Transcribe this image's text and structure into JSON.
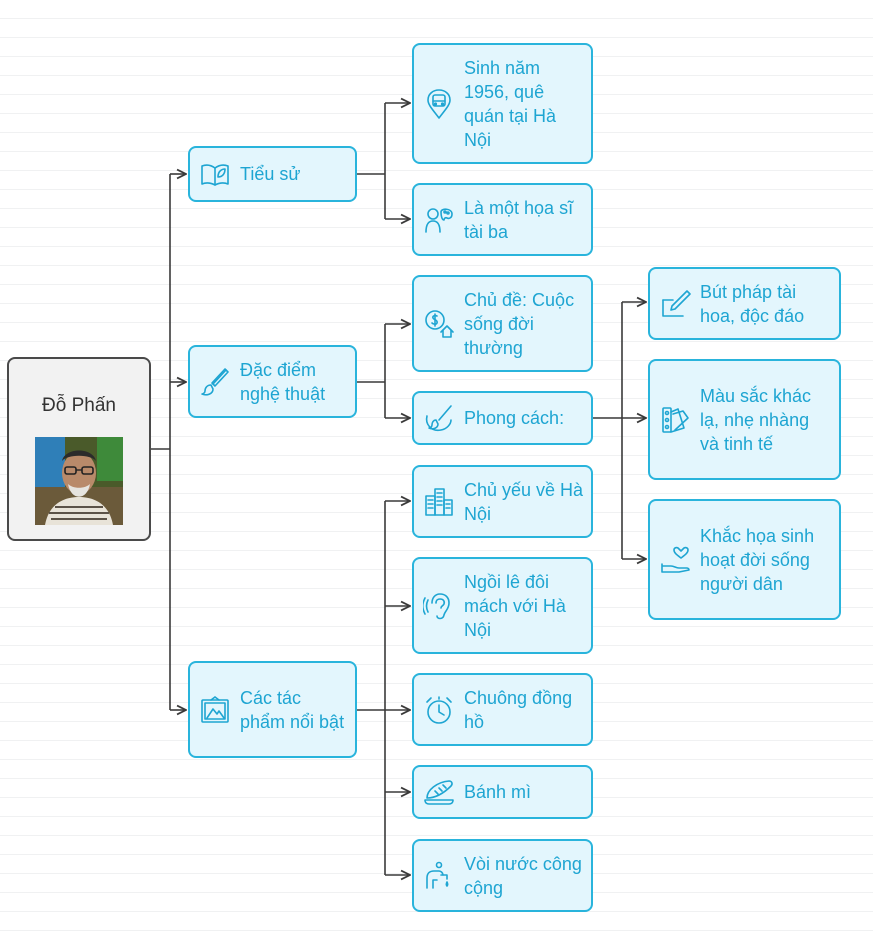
{
  "root": {
    "title": "Đỗ Phấn"
  },
  "branches": [
    {
      "label": "Tiểu sử",
      "icon": "open-book-icon"
    },
    {
      "label": "Đặc điểm nghệ thuật",
      "icon": "paintbrush-icon"
    },
    {
      "label": "Các tác phẩm nổi bật",
      "icon": "framed-picture-icon"
    }
  ],
  "leaves": [
    {
      "label": "Sinh năm 1956, quê quán tại Hà Nội",
      "icon": "map-pin-bus-icon"
    },
    {
      "label": "Là một họa sĩ tài ba",
      "icon": "artist-palette-icon"
    },
    {
      "label": "Chủ đề: Cuộc sống đời thường",
      "icon": "money-house-icon"
    },
    {
      "label": "Phong cách:",
      "icon": "brush-stroke-icon"
    },
    {
      "label": "Chủ yếu về Hà Nội",
      "icon": "city-buildings-icon"
    },
    {
      "label": "Ngồi lê đôi mách với Hà Nội",
      "icon": "ear-listening-icon"
    },
    {
      "label": "Chuông đồng hồ",
      "icon": "alarm-clock-icon"
    },
    {
      "label": "Bánh mì",
      "icon": "bread-icon"
    },
    {
      "label": "Vòi nước công cộng",
      "icon": "water-tap-icon"
    }
  ],
  "style_items": [
    {
      "label": "Bút pháp tài hoa, độc đáo",
      "icon": "pen-on-paper-icon"
    },
    {
      "label": "Màu sắc khác lạ, nhẹ nhàng và tinh tế",
      "icon": "color-swatches-icon"
    },
    {
      "label": "Khắc họa sinh hoạt đời sống người dân",
      "icon": "hand-heart-icon"
    }
  ],
  "colors": {
    "node_bg": "#e3f6fd",
    "node_border": "#29b4dc",
    "node_text": "#1ea5d2",
    "root_border": "#4a4a4a",
    "connector": "#3a3a3a"
  }
}
